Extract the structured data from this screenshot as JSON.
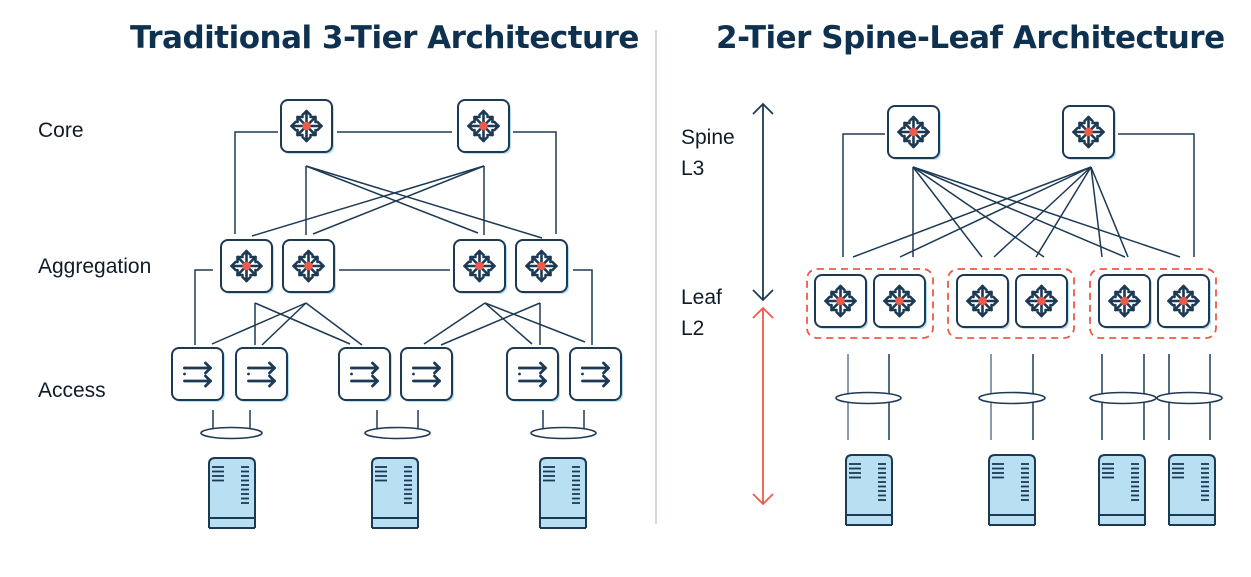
{
  "left_panel": {
    "title": "Traditional 3-Tier Architecture",
    "tiers": [
      {
        "label": "Core"
      },
      {
        "label": "Aggregation"
      },
      {
        "label": "Access"
      }
    ],
    "core_routers": 2,
    "aggregation_routers": 4,
    "access_switches": 6,
    "servers": 3
  },
  "right_panel": {
    "title": "2-Tier Spine-Leaf Architecture",
    "tiers": [
      {
        "label": "Spine",
        "sublabel": "L3"
      },
      {
        "label": "Leaf",
        "sublabel": "L2"
      }
    ],
    "spine_routers": 2,
    "leaf_pairs": 3,
    "servers": 4
  },
  "icons": {
    "router": "router-icon",
    "switch": "switch-icon",
    "server": "server-icon",
    "link_bundle": "link-aggregation-icon"
  },
  "colors": {
    "navy": "#0f3150",
    "line": "#1d3a55",
    "accent_red": "#ef5a4a",
    "device_fill": "#ffffff",
    "device_shadow": "#b6dff0",
    "server_fill": "#b9e0f2",
    "divider": "#b9c3cc"
  }
}
